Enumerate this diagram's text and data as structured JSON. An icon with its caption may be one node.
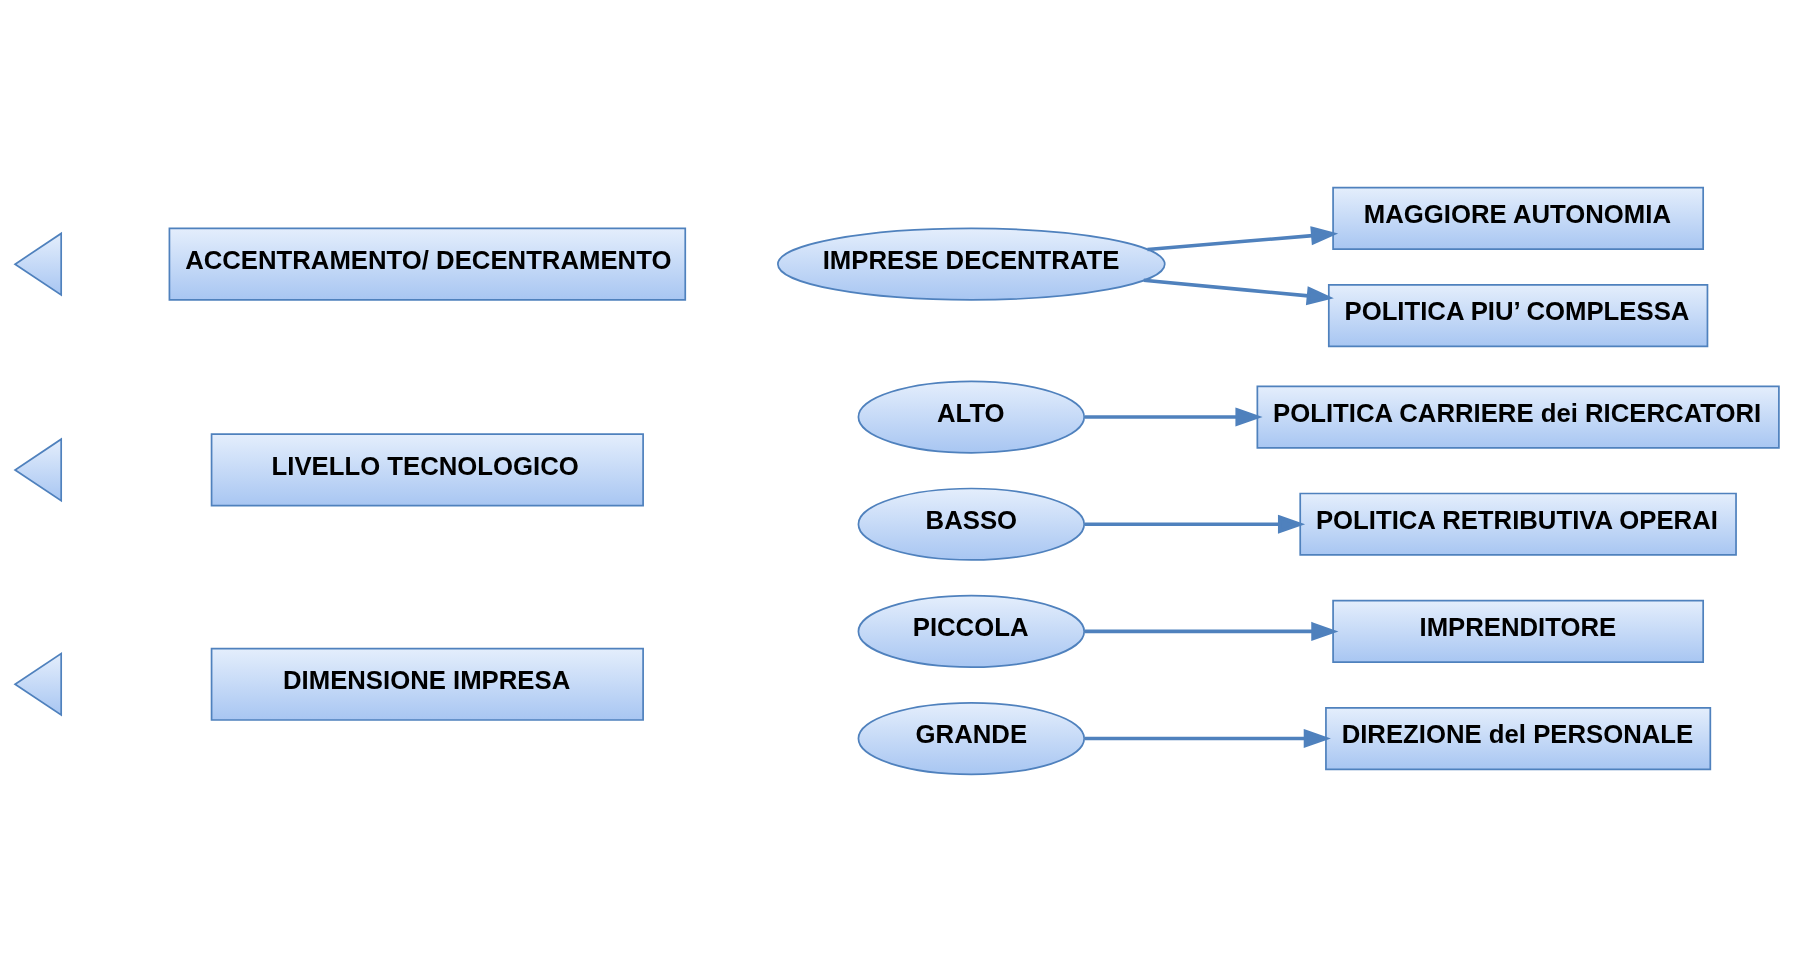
{
  "diagram": {
    "nodes": [
      {
        "text": [],
        "shape": "triangle"
      },
      {
        "text": [
          "DIMENSIONE IMPRESA"
        ]
      },
      {
        "text": [
          "PICCOLA"
        ]
      },
      {
        "text": [
          "IMPRENDITORE"
        ]
      },
      {
        "text": [
          "GRANDE"
        ]
      },
      {
        "text": [
          "DIREZIONE del PERSONALE"
        ]
      },
      {
        "text": [
          "ALTO"
        ]
      },
      {
        "text": [
          "POLITICA CARRIERE dei RICERCATORI"
        ]
      },
      {
        "text": [],
        "shape": "triangle"
      },
      {
        "text": [
          "LIVELLO TECNOLOGICO"
        ]
      },
      {
        "text": [
          "BASSO"
        ]
      },
      {
        "text": [
          "POLITICA RETRIBUTIVA OPERAI"
        ]
      },
      {
        "text": [
          "MAGGIORE AUTONOMIA"
        ]
      },
      {
        "text": [],
        "shape": "triangle"
      },
      {
        "text": [
          "ACCENTRAMENTO/ DECENTRAMENTO"
        ]
      },
      {
        "text": [
          "IMPRESE DECENTRATE"
        ]
      },
      {
        "text": [
          "POLITICA PIU’ COMPLESSA"
        ]
      }
    ],
    "edges": [
      {
        "from": 2,
        "to": 3,
        "arrow": "to"
      },
      {
        "from": 4,
        "to": 5,
        "arrow": "to"
      },
      {
        "from": 6,
        "to": 7,
        "arrow": "to"
      },
      {
        "from": 10,
        "to": 11,
        "arrow": "to"
      },
      {
        "from": 15,
        "to": 12,
        "arrow": "to"
      },
      {
        "from": 15,
        "to": 16,
        "arrow": "to"
      }
    ]
  }
}
